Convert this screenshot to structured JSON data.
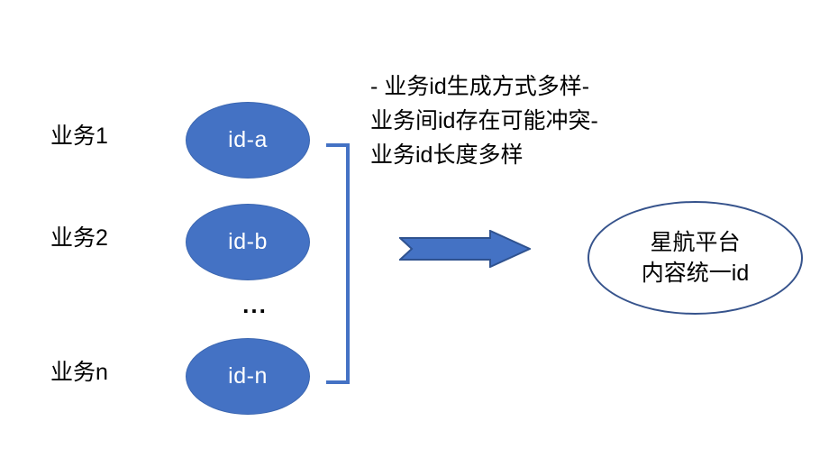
{
  "diagram": {
    "title": "business id unification diagram",
    "colors": {
      "ellipse_fill": "#4472C4",
      "ellipse_border": "#3B66B0",
      "ellipse_text": "#FFFFFF",
      "bracket": "#4472C4",
      "arrow_fill": "#4472C4",
      "arrow_border": "#2F528F",
      "target_border": "#36538C",
      "background": "#FFFFFF",
      "text": "#000000"
    },
    "sources": [
      {
        "label": "业务1",
        "id": "id-a"
      },
      {
        "label": "业务2",
        "id": "id-b"
      },
      {
        "label": "业务n",
        "id": "id-n"
      }
    ],
    "ellipsis": "...",
    "issues": [
      "- 业务id生成方式多样",
      "- 业务间id存在可能冲突",
      "- 业务id长度多样"
    ],
    "issues_text": "- 业务id生成方式多样- 业务间id存在可能冲突- 业务id长度多样",
    "arrow": {
      "name": "right-block-arrow",
      "direction": "right"
    },
    "target": {
      "line1": "星航平台",
      "line2": "内容统一id"
    }
  }
}
